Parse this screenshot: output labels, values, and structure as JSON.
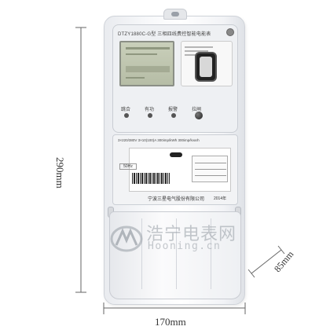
{
  "dimensions": {
    "height_label": "290mm",
    "width_label": "170mm",
    "depth_label": "85mm"
  },
  "meter": {
    "model_line": "DTZY1880C-G型 三相四线费控智能电能表",
    "indicators": [
      "跳合",
      "有功",
      "报警",
      "拉闸"
    ],
    "rating_line": "3×220/380V  3×10(100)A  300imp/kWh  300imp/kvarh",
    "frequency": "50Hz",
    "manufacturer": "宁波三星电气股份有限公司",
    "year": "2014年",
    "colors": {
      "lcd": "#c2c8b1",
      "body": "#f4f5f7",
      "card_slot": "#222222"
    }
  },
  "watermark": {
    "logo_icon": "hooning-logo",
    "chinese": "浩宁电表网",
    "english": "Hooning.cn"
  }
}
